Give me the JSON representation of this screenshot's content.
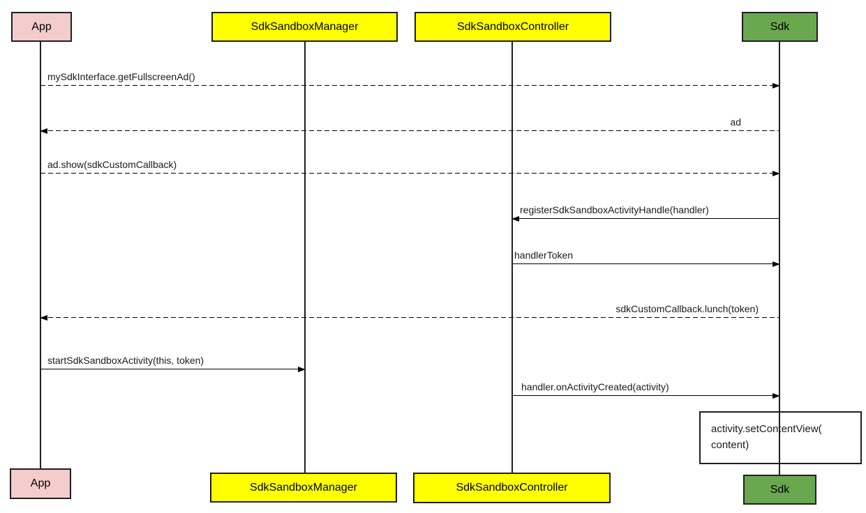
{
  "diagram": {
    "type": "sequence-diagram",
    "participants": [
      {
        "name": "App",
        "fill": "#f4cccc"
      },
      {
        "name": "SdkSandboxManager",
        "fill": "#ffff00"
      },
      {
        "name": "SdkSandboxController",
        "fill": "#ffff00"
      },
      {
        "name": "Sdk",
        "fill": "#6aa84f"
      }
    ],
    "border_color": "#1f1f1f",
    "messages": [
      {
        "label": "mySdkInterface.getFullscreenAd()",
        "from": "App",
        "to": "Sdk",
        "line": "dashed",
        "direction": "right"
      },
      {
        "label": "ad",
        "from": "Sdk",
        "to": "App",
        "line": "dashed",
        "direction": "left"
      },
      {
        "label": "ad.show(sdkCustomCallback)",
        "from": "App",
        "to": "Sdk",
        "line": "dashed",
        "direction": "right"
      },
      {
        "label": "registerSdkSandboxActivityHandle(handler)",
        "from": "Sdk",
        "to": "SdkSandboxController",
        "line": "solid",
        "direction": "left"
      },
      {
        "label": "handlerToken",
        "from": "SdkSandboxController",
        "to": "Sdk",
        "line": "solid",
        "direction": "right"
      },
      {
        "label": "sdkCustomCallback.lunch(token)",
        "from": "Sdk",
        "to": "App",
        "line": "dashed",
        "direction": "left"
      },
      {
        "label": "startSdkSandboxActivity(this, token)",
        "from": "App",
        "to": "SdkSandboxManager",
        "line": "solid",
        "direction": "right"
      },
      {
        "label": "handler.onActivityCreated(activity)",
        "from": "SdkSandboxController",
        "to": "Sdk",
        "line": "solid",
        "direction": "right"
      }
    ],
    "note": {
      "text": "activity.setContentView(\ncontent)",
      "attached_to": "Sdk"
    }
  }
}
